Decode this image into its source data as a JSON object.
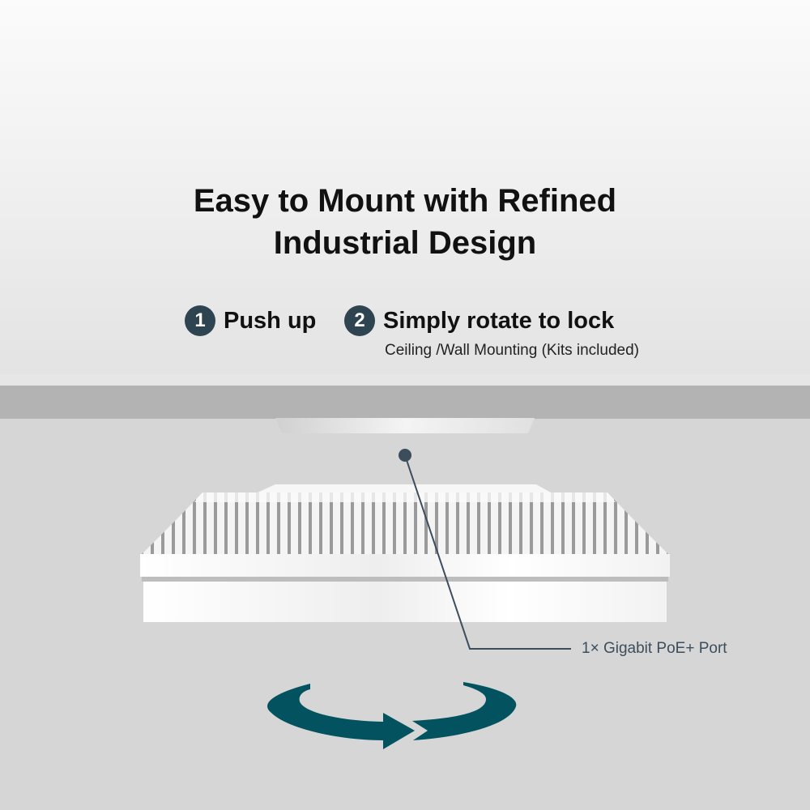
{
  "headline": {
    "line1": "Easy to Mount with Refined",
    "line2": "Industrial Design"
  },
  "steps": [
    {
      "number": "1",
      "label": "Push up"
    },
    {
      "number": "2",
      "label": "Simply rotate to lock"
    }
  ],
  "subtitle": "Ceiling /Wall Mounting (Kits included)",
  "callout": "1× Gigabit PoE+ Port",
  "colors": {
    "arrow": "#02535f",
    "badge": "#2e4450",
    "callout_line": "#3c4d5c"
  }
}
